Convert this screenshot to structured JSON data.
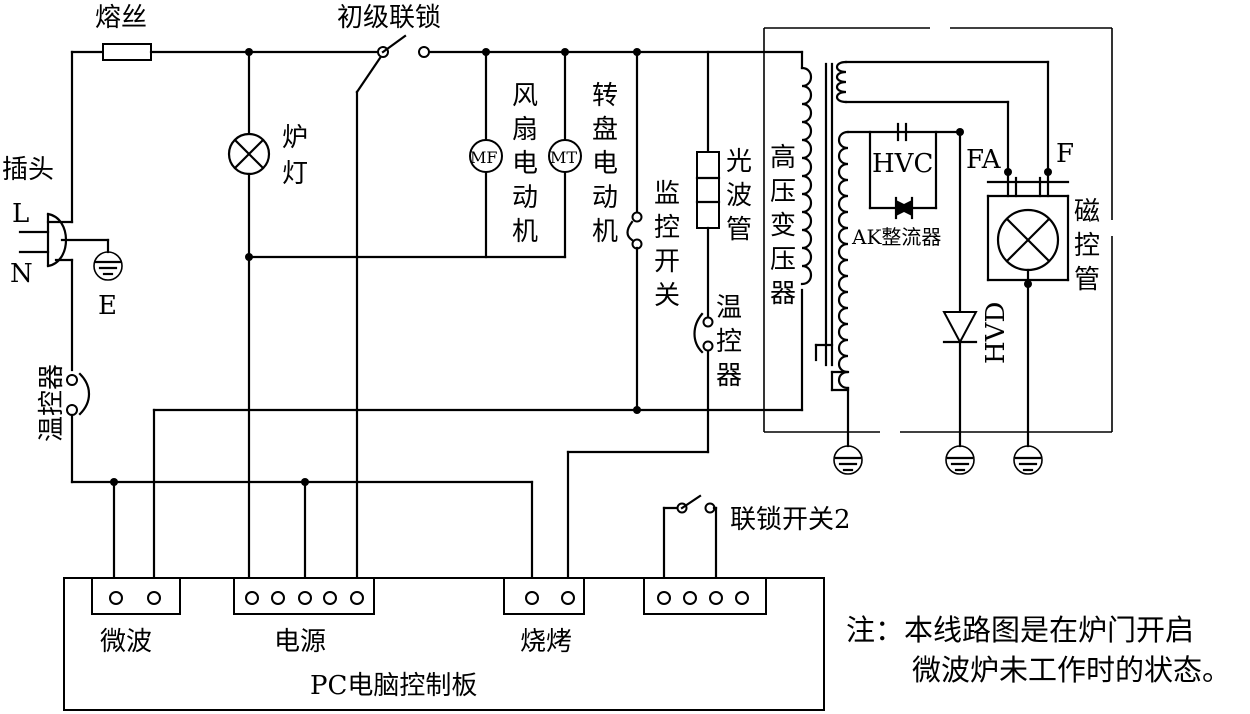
{
  "labels": {
    "fuse": "熔丝",
    "primary_interlock": "初级联锁",
    "plug": "插头",
    "L": "L",
    "N": "N",
    "E": "E",
    "thermostat_left": "温控器",
    "lamp": [
      "炉",
      "灯"
    ],
    "fan_motor": [
      "风",
      "扇",
      "电",
      "动",
      "机"
    ],
    "turntable_motor": [
      "转",
      "盘",
      "电",
      "动",
      "机"
    ],
    "monitor_switch": [
      "监",
      "控",
      "开",
      "关"
    ],
    "light_wave_tube": [
      "光",
      "波",
      "管"
    ],
    "thermostat_right": [
      "温",
      "控",
      "器"
    ],
    "hv_transformer": [
      "高",
      "压",
      "变",
      "压",
      "器"
    ],
    "magnetron": [
      "磁",
      "控",
      "管"
    ],
    "MF": "MF",
    "MT": "MT",
    "HVC": "HVC",
    "AK": "AK整流器",
    "FA": "FA",
    "F": "F",
    "HVD": "HVD",
    "interlock2": "联锁开关2",
    "board": "PC电脑控制板",
    "microwave": "微波",
    "power": "电源",
    "grill": "烧烤",
    "note_line1": "注：本线路图是在炉门开启",
    "note_line2": "微波炉未工作时的状态。"
  }
}
